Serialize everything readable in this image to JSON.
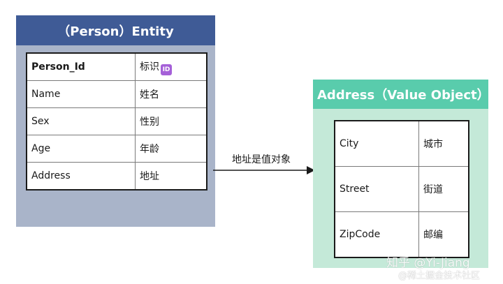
{
  "person_entity": {
    "title": "（Person）Entity",
    "rows": [
      {
        "field": "Person_Id",
        "desc": "标识",
        "badge": "ID"
      },
      {
        "field": "Name",
        "desc": "姓名"
      },
      {
        "field": "Sex",
        "desc": "性别"
      },
      {
        "field": "Age",
        "desc": "年龄"
      },
      {
        "field": "Address",
        "desc": "地址"
      }
    ],
    "colors": {
      "header": "#3f5b96",
      "body": "#a9b4c9"
    }
  },
  "relation": {
    "label": "地址是值对象"
  },
  "address_value_object": {
    "title": "Address（Value Object）",
    "rows": [
      {
        "field": "City",
        "desc": "城市"
      },
      {
        "field": "Street",
        "desc": "街道"
      },
      {
        "field": "ZipCode",
        "desc": "邮编"
      }
    ],
    "colors": {
      "header": "#59ccac",
      "body": "#c4e9d8"
    }
  },
  "watermark": {
    "line1": "知乎 @Yi-Jiang",
    "line2": "@稀土掘金技术社区"
  }
}
